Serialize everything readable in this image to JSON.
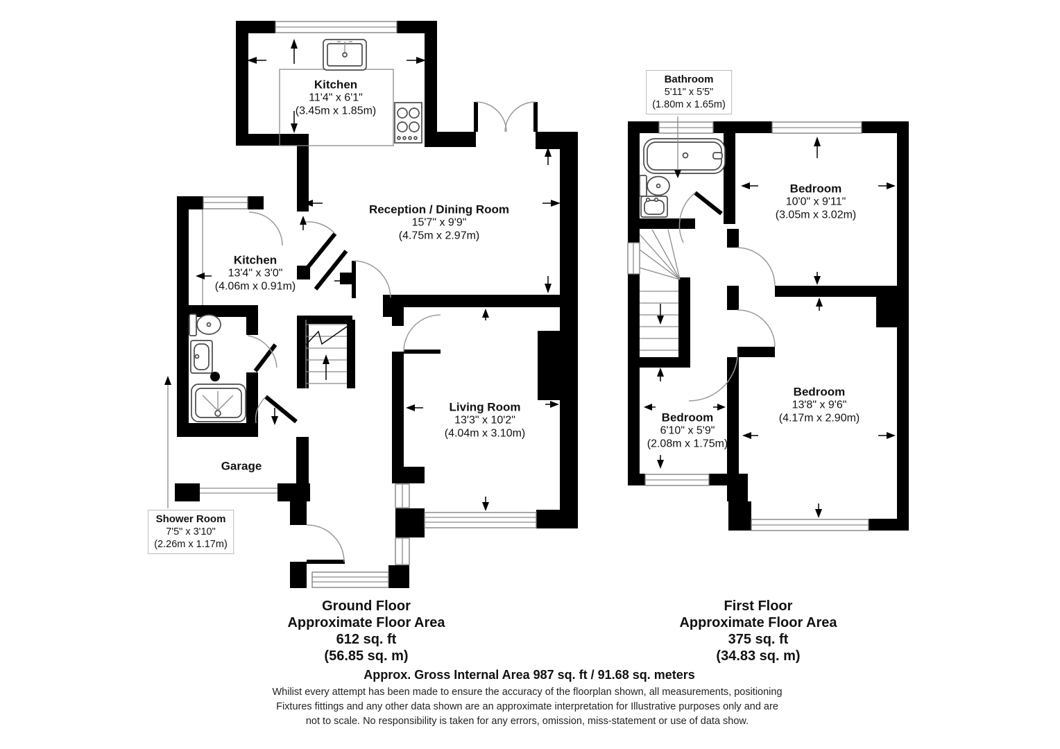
{
  "page": {
    "background": "#ffffff",
    "wall_color": "#000000",
    "detail_line_color": "#9a9a9a"
  },
  "ground_floor": {
    "caption": {
      "title": "Ground Floor",
      "subtitle": "Approximate Floor Area",
      "area_imperial": "612 sq. ft",
      "area_metric": "(56.85 sq. m)"
    },
    "rooms": {
      "kitchen_top": {
        "name": "Kitchen",
        "dims_imperial": "11'4\" x 6'1\"",
        "dims_metric": "(3.45m x 1.85m)"
      },
      "reception": {
        "name": "Reception / Dining Room",
        "dims_imperial": "15'7\" x 9'9\"",
        "dims_metric": "(4.75m x 2.97m)"
      },
      "kitchen_side": {
        "name": "Kitchen",
        "dims_imperial": "13'4\" x 3'0\"",
        "dims_metric": "(4.06m x 0.91m)"
      },
      "living_room": {
        "name": "Living Room",
        "dims_imperial": "13'3\" x 10'2\"",
        "dims_metric": "(4.04m x 3.10m)"
      },
      "garage": {
        "name": "Garage"
      },
      "shower_room": {
        "name": "Shower Room",
        "dims_imperial": "7'5\" x 3'10\"",
        "dims_metric": "(2.26m x 1.17m)"
      }
    }
  },
  "first_floor": {
    "caption": {
      "title": "First Floor",
      "subtitle": "Approximate Floor Area",
      "area_imperial": "375 sq. ft",
      "area_metric": "(34.83 sq. m)"
    },
    "rooms": {
      "bathroom": {
        "name": "Bathroom",
        "dims_imperial": "5'11\" x 5'5\"",
        "dims_metric": "(1.80m x 1.65m)"
      },
      "bedroom_1": {
        "name": "Bedroom",
        "dims_imperial": "10'0\" x 9'11\"",
        "dims_metric": "(3.05m x 3.02m)"
      },
      "bedroom_2": {
        "name": "Bedroom",
        "dims_imperial": "6'10\" x 5'9\"",
        "dims_metric": "(2.08m x 1.75m)"
      },
      "bedroom_3": {
        "name": "Bedroom",
        "dims_imperial": "13'8\" x 9'6\"",
        "dims_metric": "(4.17m x 2.90m)"
      }
    }
  },
  "footer": {
    "gross_area": "Approx. Gross Internal Area 987 sq. ft / 91.68 sq. meters",
    "disclaimer_lines": [
      "Whilist every attempt has been made to ensure the accuracy of the floorplan shown, all measurements, positioning",
      "Fixtures fittings and any other data shown are an approximate interpretation for Illustrative purposes only  and are",
      "not to scale. No responsibility is taken for any errors, omission, miss-statement or use of data show."
    ]
  }
}
